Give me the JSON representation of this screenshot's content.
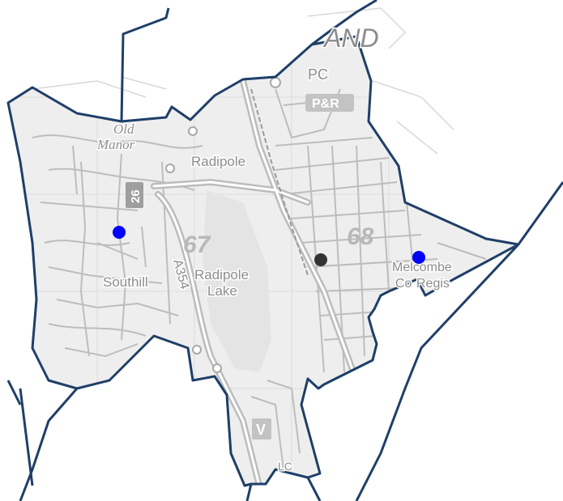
{
  "map": {
    "colors": {
      "boundary": "#1f3f68",
      "ward_fill": "#eeeeee",
      "road": "#b5b5b5",
      "marker_blue": "#0000ff",
      "marker_dark": "#333333"
    },
    "labels": {
      "region_partial": "AND",
      "pc": "PC",
      "park_and_ride": "P&R",
      "old_manor_top": "Old",
      "old_manor_bottom": "Manor",
      "radipole": "Radipole",
      "route_number": "26",
      "grid_67": "67",
      "grid_68": "68",
      "a354": "A354",
      "radipole_lake_1": "Radipole",
      "radipole_lake_2": "Lake",
      "southill": "Southill",
      "melcombe_regis_1": "Melcombe",
      "melcombe_regis_2": "Regis",
      "co": "Co",
      "v_badge": "V",
      "lc": "LC"
    },
    "markers": [
      {
        "name": "southill-marker",
        "color": "blue"
      },
      {
        "name": "central-marker",
        "color": "dark"
      },
      {
        "name": "melcombe-marker",
        "color": "blue"
      }
    ]
  }
}
